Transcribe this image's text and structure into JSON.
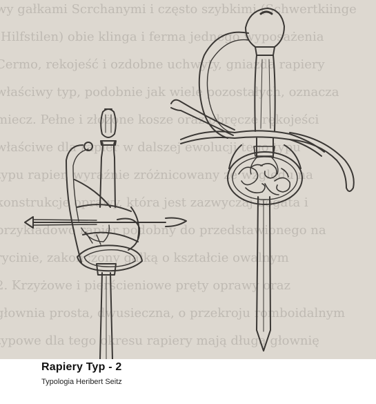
{
  "caption": {
    "title": "Rapiery Typ - 2",
    "subtitle": "Typologia Heribert Seitz"
  },
  "background_text_lines": [
    "wy gałkami Scrchanymi i często szybkimi (Schwertkiinge",
    "(Hilfstilen) obie klinga i ferma jednego wyposażenia",
    "Cermo, rekojeść i ozdobne uchwyty, gniazda rapiery",
    "właściwy typ, podobnie jak wiele pozostałych, oznacza",
    "miecz. Pełne i złożone kosze oraz obręcze rękojeści",
    "właściwe dla rapier w dalszej ewolucji tego typu",
    "typu rapier, wyraźnie zróżnicowany ze względu na",
    "konstrukcje oprawy, która jest zazwyczaj bogata i",
    "przykładowo rapier podobny do przedstawionego na",
    "rycinie, zakończony gałką o kształcie owalnym",
    "2. Krzyżowe i pierścieniowe pręty oprawy oraz",
    "głownia prosta, dwusieczna, o przekroju romboidalnym",
    "typowe dla tego okresu rapiery mają długą głownię"
  ],
  "colors": {
    "paper": "#ddd8d0",
    "ink": "#3a3734",
    "background_text": "#a8a39c",
    "caption": "#111111"
  }
}
